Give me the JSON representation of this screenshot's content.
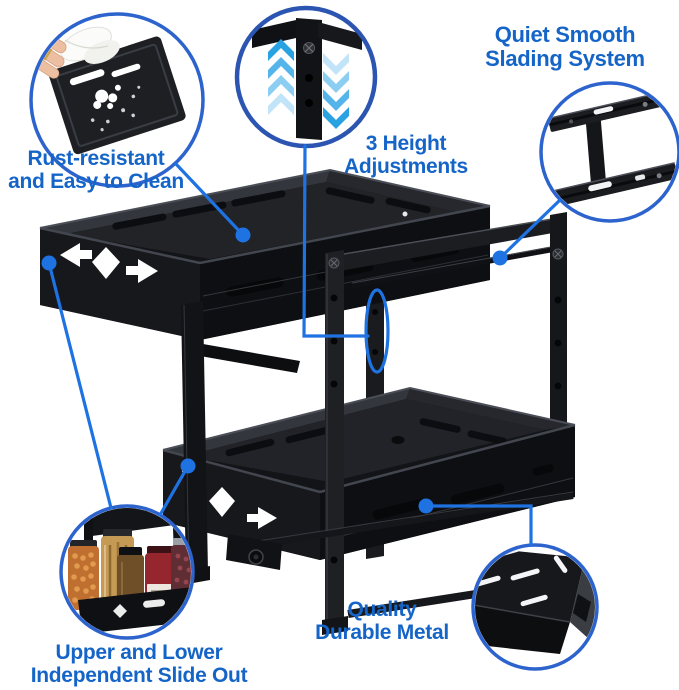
{
  "colors": {
    "label_blue": "#1565c8",
    "line_blue": "#1e72e2",
    "ring_blue": "#2c63cc",
    "ring_blue_dark": "#2b55b0",
    "chevron_blue": "#29a2e2",
    "product_black": "#141518",
    "background": "#ffffff"
  },
  "callouts": {
    "clean": {
      "line1": "Rust-resistant",
      "line2": "and Easy to Clean",
      "photo": "hand-wiping-black-tray-with-cloth"
    },
    "height": {
      "line1": "3 Height",
      "line2": "Adjustments",
      "photo": "frame-post-with-up-down-adjustment-arrows"
    },
    "slide": {
      "line1": "Quiet Smooth",
      "line2": "Slading System",
      "photo": "two-drawer-slide-rails"
    },
    "independent": {
      "line1": "Upper and Lower",
      "line2": "Independent Slide Out",
      "photo": "organizer-filled-with-spice-jars"
    },
    "metal": {
      "line1": "Quality",
      "line2": "Durable Metal",
      "photo": "black-metal-shelf-corner-with-slots"
    }
  }
}
